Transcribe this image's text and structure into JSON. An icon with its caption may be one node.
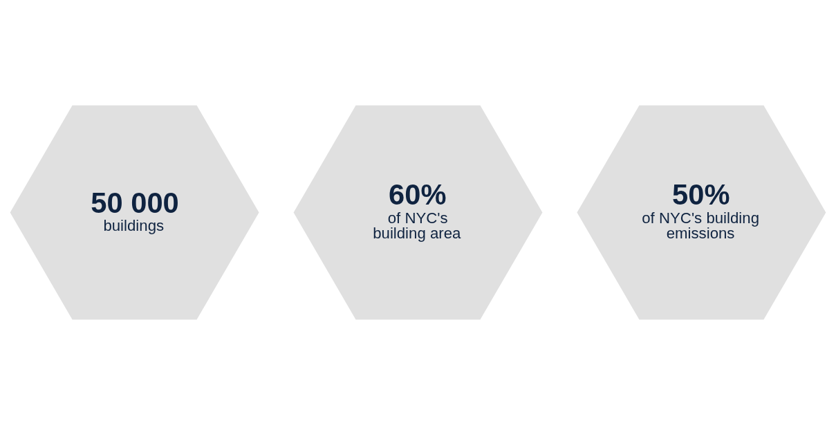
{
  "diagram": {
    "nodes": [
      {
        "text": [
          "50 000",
          "buildings"
        ]
      },
      {
        "text": [
          "60%",
          "of NYC's building area"
        ]
      },
      {
        "text": [
          "50%",
          "of NYC's building emissions"
        ]
      }
    ]
  }
}
